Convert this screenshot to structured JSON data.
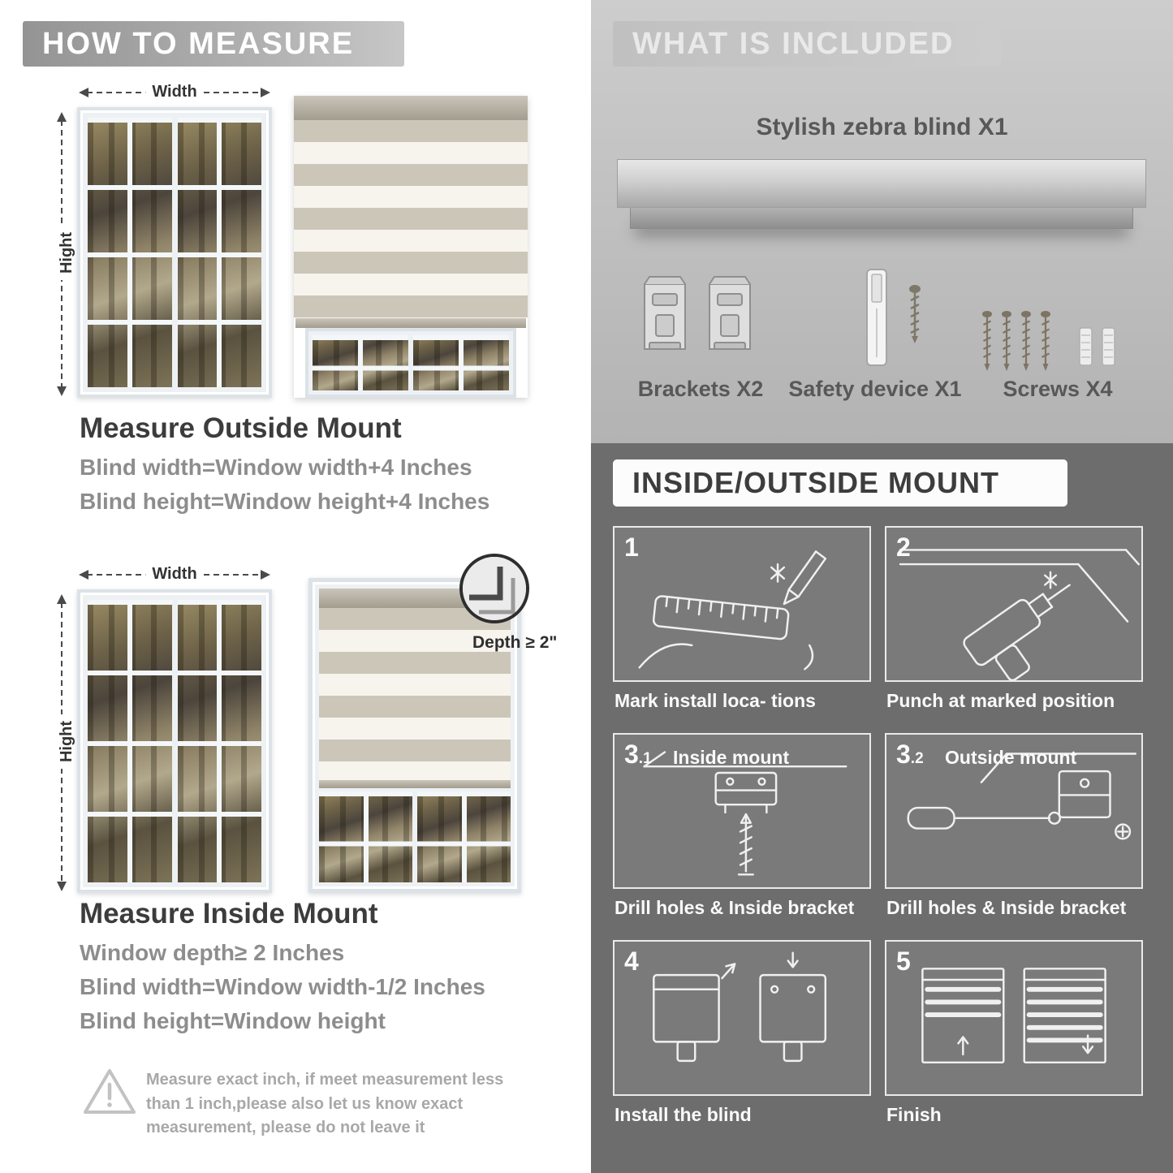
{
  "left": {
    "banner": "HOW TO MEASURE",
    "outside": {
      "width_label": "Width",
      "height_label": "Hight",
      "title": "Measure Outside Mount",
      "lines": [
        "Blind width=Window width+4 Inches",
        "Blind height=Window height+4 Inches"
      ]
    },
    "inside": {
      "width_label": "Width",
      "height_label": "Hight",
      "depth_note": "Depth ≥ 2\"",
      "title": "Measure Inside Mount",
      "lines": [
        "Window depth≥ 2 Inches",
        "Blind width=Window width-1/2 Inches",
        "Blind height=Window height"
      ]
    },
    "warning_text": "Measure exact inch, if meet measurement less than 1 inch,please also let us know exact measurement, please do not leave it"
  },
  "included": {
    "banner": "WHAT IS INCLUDED",
    "product_label": "Stylish zebra blind X1",
    "items": [
      {
        "label": "Brackets X2"
      },
      {
        "label": "Safety device X1"
      },
      {
        "label": "Screws X4"
      }
    ]
  },
  "mount": {
    "banner": "INSIDE/OUTSIDE MOUNT",
    "steps": [
      {
        "num": "1",
        "sub": "",
        "title": "",
        "caption": "Mark install loca- tions"
      },
      {
        "num": "2",
        "sub": "",
        "title": "",
        "caption": "Punch at  marked position"
      },
      {
        "num": "3",
        "sub": ".1",
        "title": "Inside mount",
        "caption": "Drill holes &  Inside bracket"
      },
      {
        "num": "3",
        "sub": ".2",
        "title": "Outside mount",
        "caption": "Drill holes &  Inside bracket"
      },
      {
        "num": "4",
        "sub": "",
        "title": "",
        "caption": "Install the blind"
      },
      {
        "num": "5",
        "sub": "",
        "title": "",
        "caption": "Finish"
      }
    ]
  },
  "colors": {
    "heading": "#3c3c3c",
    "subtext": "#8d8d8d",
    "light_panel": "#bdbdbd",
    "dark_panel": "#6d6d6d",
    "banner_gray": "#a6a6a6"
  }
}
